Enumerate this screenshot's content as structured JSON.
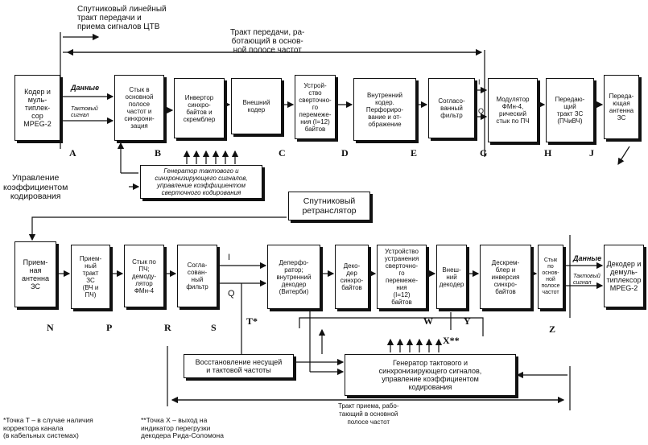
{
  "top_labels": {
    "satellite_path": "Спутниковый линейный\nтракт передачи и\nприема сигналов ЦТВ",
    "tx_baseband": "Тракт передачи, ра-\nботающий в основ-\nной полосе частот"
  },
  "tx_blocks": {
    "coder_mux": "Кодер и\nмуль-\nтиплек-\nсор\nMPEG-2",
    "baseband_interface": "Стык в\nосновной\nполосе\nчастот и\nсинхрони-\nзация",
    "sync_inverter": "Инвертор\nсинхро-\nбайтов и\nскремблер",
    "outer_coder": "Внешний\nкодер",
    "interleaver": "Устрой-\nство\nсверточно-\nго\nперемеже-\nния (I=12)\nбайтов",
    "inner_coder": "Внутренний\nкодер.\nПерфориро-\nвание и от-\nображение",
    "matched_filter": "Согласо-\nванный\nфильтр",
    "modulator": "Модулятор\nФМн-4,\nрический\nстык по ПЧ",
    "tx_path": "Передаю-\nщий\nтракт ЗС\n(ПЧиВЧ)",
    "tx_antenna": "Переда-\nющая\nантенна\nЗС"
  },
  "tx_signals": {
    "data": "Данные",
    "clock": "Тактовый\nсигнал",
    "i": "I",
    "q": "Q"
  },
  "tx_generator": "Генератор тактового и\nсинхронизирующего сигналов,\nуправление коэффициентом\nсверточного кодирования",
  "rate_control": "Управление\nкоэффициентом\nкодирования",
  "transponder": "Спутниковый\nретранслятор",
  "rx_blocks": {
    "rx_antenna": "Прием-\nная\nантенна\nЗС",
    "rx_path": "Прием-\nный\nтракт\nЗС\n(ВЧ и\nПЧ)",
    "if_demod": "Стык по\nПЧ;\nдемоду-\nлятор\nФМн-4",
    "matched_filter": "Согла-\nсован-\nный\nфильтр",
    "depuncture": "Деперфо-\nратор;\nвнутренний\nдекодер\n(Витерби)",
    "sync_decoder": "Деко-\nдер\nсинхро-\nбайтов",
    "deinterleaver": "Устройство\nустранения\nсверточно-\nго\nперемеже-\nния\n(I=12)\nбайтов",
    "outer_decoder": "Внеш-\nний\nдекодер",
    "descrambler": "Дескрем-\nблер и\nинверсия\nсинхро-\nбайтов",
    "baseband_interface": "Стык\nпо\nоснов-\nной\nполосе\nчастот",
    "decoder_demux": "Декодер и\nдемуль-\nтиплексор\nMPEG-2"
  },
  "rx_signals": {
    "data": "Данные",
    "clock": "Тактовый\nсигнал",
    "i": "I",
    "q": "Q"
  },
  "recovery": "Восстановление несущей\nи тактовой частоты",
  "rx_generator": "Генератор тактового и\nсинхронизирующего сигналов,\nуправление коэффициентом\nкодирования",
  "rx_baseband": "Тракт приема, рабо-\nтающий в основной\nполосе частот",
  "points_tx": [
    "A",
    "B",
    "C",
    "D",
    "E",
    "G",
    "H",
    "J"
  ],
  "points_rx": [
    "N",
    "P",
    "R",
    "S",
    "T*",
    "W",
    "X**",
    "Y",
    "Z"
  ],
  "footnotes": {
    "t_note": "*Точка T – в случае наличия\nкорректора канала\n(в кабельных системах)",
    "x_note": "**Точка X – выход на\nиндикатор перегрузки\nдекодера Рида-Соломона"
  }
}
